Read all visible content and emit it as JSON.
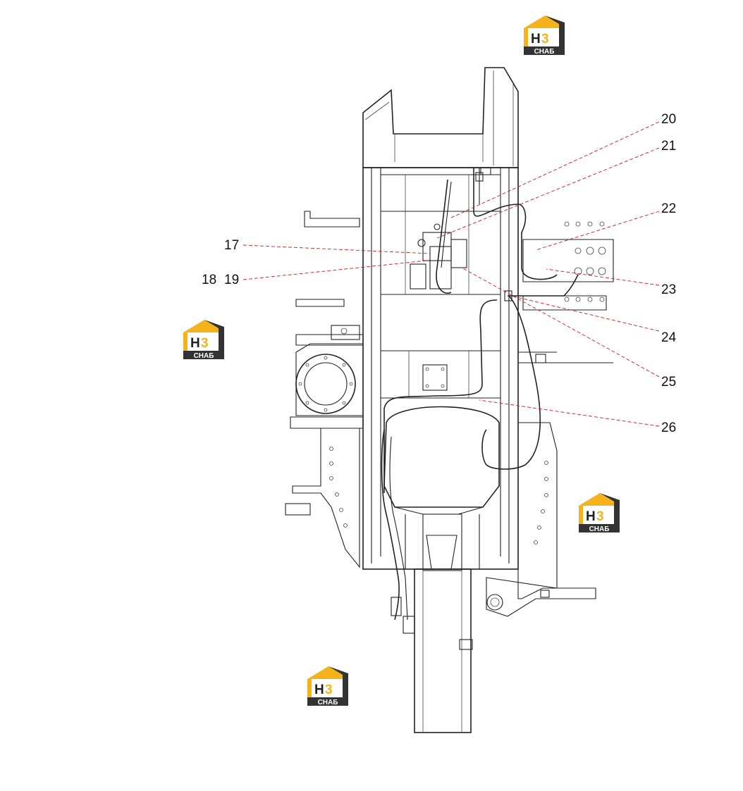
{
  "watermark": {
    "text_top": "H3",
    "text_bottom": "CHAБ",
    "color_orange": "#f6b21b",
    "color_dark": "#333333"
  },
  "callouts": [
    {
      "id": "20",
      "label": "20"
    },
    {
      "id": "21",
      "label": "21"
    },
    {
      "id": "22",
      "label": "22"
    },
    {
      "id": "17",
      "label": "17"
    },
    {
      "id": "18",
      "label": "18"
    },
    {
      "id": "19",
      "label": "19"
    },
    {
      "id": "23",
      "label": "23"
    },
    {
      "id": "24",
      "label": "24"
    },
    {
      "id": "25",
      "label": "25"
    },
    {
      "id": "26",
      "label": "26"
    }
  ],
  "colors": {
    "line": "#222222",
    "leader": "#d11a1a",
    "background": "#ffffff"
  }
}
